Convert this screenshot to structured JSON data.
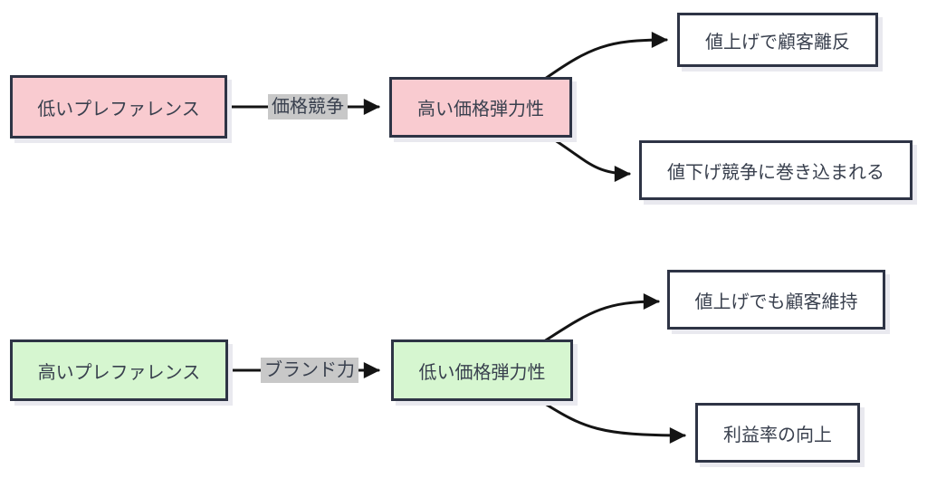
{
  "colors": {
    "bg": "#ffffff",
    "pink": "#f9cbd0",
    "green": "#d6f6d0",
    "border": "#2e3445",
    "text": "#39404e",
    "label-bg": "#c8c8c8",
    "arrow": "#141414",
    "shadow": "#e9e9ef"
  },
  "flows": [
    {
      "cause": "低いプレファレンス",
      "mechanism": "価格競争",
      "effect": "高い価格弾力性",
      "outcomes": [
        "値上げで顧客離反",
        "値下げ競争に巻き込まれる"
      ]
    },
    {
      "cause": "高いプレファレンス",
      "mechanism": "ブランド力",
      "effect": "低い価格弾力性",
      "outcomes": [
        "値上げでも顧客維持",
        "利益率の向上"
      ]
    }
  ]
}
